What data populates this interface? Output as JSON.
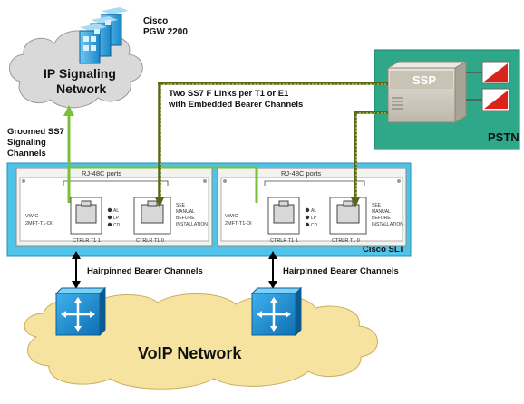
{
  "pgw": {
    "line1": "Cisco",
    "line2": "PGW 2200"
  },
  "ip_cloud": {
    "line1": "IP Signaling",
    "line2": "Network"
  },
  "groomed": {
    "line1": "Groomed SS7",
    "line2": "Signaling",
    "line3": "Channels"
  },
  "ss7_links": {
    "line1": "Two SS7 F Links per T1 or E1",
    "line2": "with Embedded Bearer Channels"
  },
  "ssp": {
    "label": "SSP"
  },
  "pstn": {
    "label": "PSTN"
  },
  "slt": {
    "label": "Cisco SLT"
  },
  "cards": [
    {
      "rj_label": "RJ-48C ports",
      "model_line1": "VWIC",
      "model_line2": "2MFT-T1-DI",
      "port_left": "CTRLR T1 1",
      "port_right": "CTRLR T1 0",
      "leds": [
        "AL",
        "LP",
        "CD"
      ],
      "note_line1": "SEE",
      "note_line2": "MANUAL",
      "note_line3": "BEFORE",
      "note_line4": "INSTALLATION"
    },
    {
      "rj_label": "RJ-48C ports",
      "model_line1": "VWIC",
      "model_line2": "2MFT-T1-DI",
      "port_left": "CTRLR T1 1",
      "port_right": "CTRLR T1 0",
      "leds": [
        "AL",
        "LP",
        "CD"
      ],
      "note_line1": "SEE",
      "note_line2": "MANUAL",
      "note_line3": "BEFORE",
      "note_line4": "INSTALLATION"
    }
  ],
  "hairpin_left": "Hairpinned Bearer Channels",
  "hairpin_right": "Hairpinned Bearer Channels",
  "voip": {
    "label": "VoIP Network"
  },
  "colors": {
    "pstn_bg": "#2fa88a",
    "slt_bg": "#4fc3e8",
    "ss7_link": "#5a6a1a",
    "groomed_link": "#7cbf3a",
    "voip_cloud": "#f7e3a0",
    "ip_cloud": "#d9d9d9",
    "router": "#1a8fd6"
  }
}
